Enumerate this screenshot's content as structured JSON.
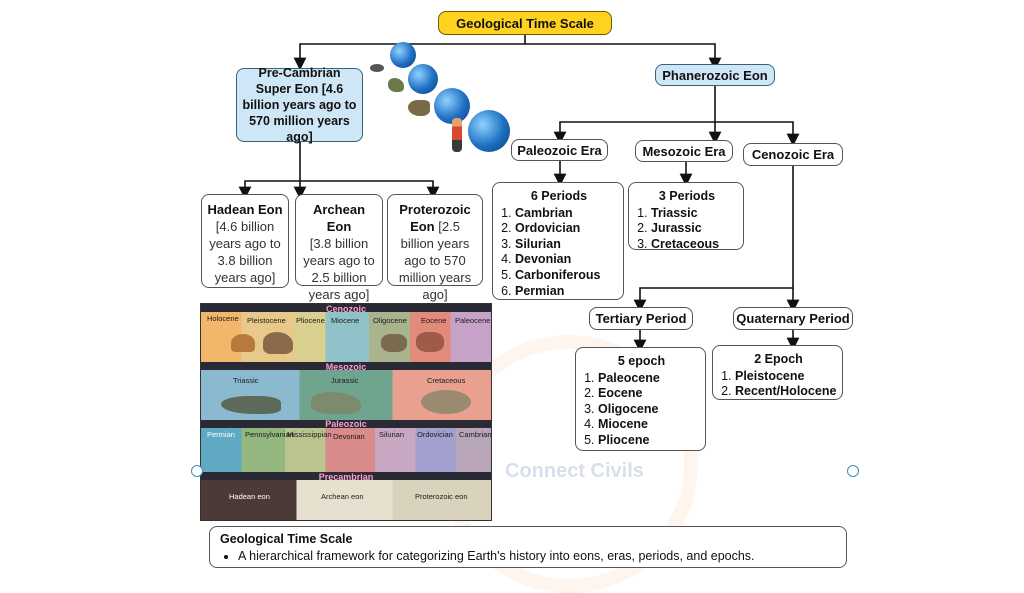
{
  "title": "Geological Time Scale",
  "precambrian": {
    "label": "Pre-Cambrian Super Eon [4.6 billion years ago to 570 million years ago]"
  },
  "eons": [
    {
      "name": "Hadean Eon",
      "range": "[4.6 billion years ago to 3.8 billion years ago]"
    },
    {
      "name": "Archean Eon",
      "range": "[3.8 billion years ago to 2.5 billion years ago]"
    },
    {
      "name": "Proterozoic Eon",
      "range": "[2.5 billion years ago to 570 million years ago]"
    }
  ],
  "phanerozoic": {
    "label": "Phanerozoic Eon"
  },
  "eras": {
    "paleozoic": {
      "label": "Paleozoic Era",
      "heading": "6 Periods",
      "items": [
        "Cambrian",
        "Ordovician",
        "Silurian",
        "Devonian",
        "Carboniferous",
        "Permian"
      ]
    },
    "mesozoic": {
      "label": "Mesozoic Era",
      "heading": "3 Periods",
      "items": [
        "Triassic",
        "Jurassic",
        "Cretaceous"
      ]
    },
    "cenozoic": {
      "label": "Cenozoic Era"
    }
  },
  "tertiary": {
    "label": "Tertiary Period",
    "heading": "5 epoch",
    "items": [
      "Paleocene",
      "Eocene",
      "Oligocene",
      "Miocene",
      "Pliocene"
    ]
  },
  "quaternary": {
    "label": "Quaternary Period",
    "heading": "2 Epoch",
    "items": [
      "Pleistocene",
      "Recent/Holocene"
    ]
  },
  "infographic": {
    "bands": [
      "Cenozoic",
      "Mesozoic",
      "Paleozoic",
      "Precambrian"
    ],
    "cenozoic_cells": [
      "Holocene",
      "Pleistocene",
      "Pliocene",
      "Miocene",
      "Oligocene",
      "Eocene",
      "Paleocene"
    ],
    "mesozoic_cells": [
      "Triassic",
      "Jurassic",
      "Cretaceous"
    ],
    "paleozoic_cells": [
      "Permian",
      "Pennsylvanian",
      "Mississippian",
      "Devonian",
      "Silurian",
      "Ordovician",
      "Cambrian"
    ],
    "precambrian_cells": [
      "Hadean eon",
      "Archean eon",
      "Proterozoic eon"
    ]
  },
  "summary": {
    "title": "Geological Time Scale",
    "bullet": "A hierarchical framework for categorizing Earth's history into eons, eras, periods, and epochs."
  },
  "watermark": {
    "text": "Connect Civils"
  },
  "colors": {
    "title_bg": "#ffd21f",
    "node_blue": "#cfe6f7"
  }
}
